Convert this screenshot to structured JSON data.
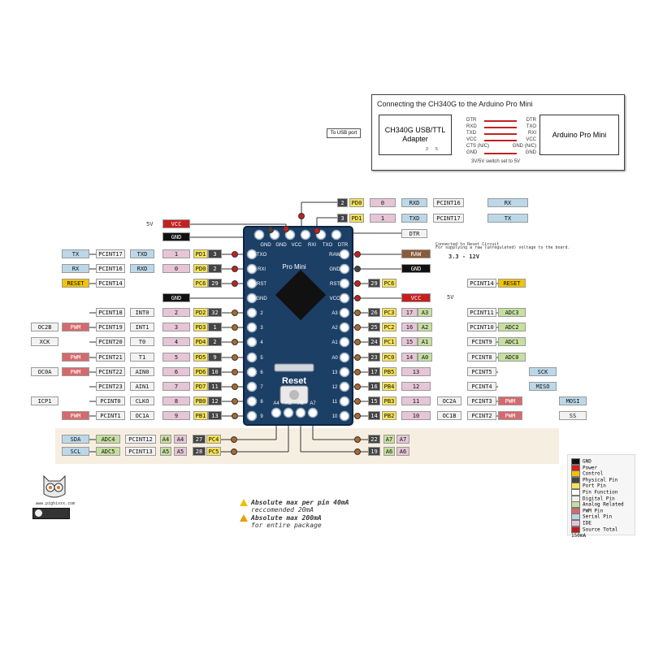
{
  "connection_box": {
    "title": "Connecting the CH340G to the Arduino Pro Mini",
    "adapter_label": "CH340G USB/TTL Adapter",
    "board_label": "Arduino Pro Mini",
    "adapter_pins": [
      "DTR",
      "RXD",
      "TXD",
      "VCC",
      "CTS (N/C)",
      "GND"
    ],
    "board_pins": [
      "DTR",
      "TXO",
      "RXI",
      "VCC",
      "GND (N/C)",
      "GND"
    ],
    "usb_label": "To USB port",
    "switch_label": "3V/5V switch set to 5V",
    "switch_marks": [
      "3",
      "5"
    ]
  },
  "board": {
    "name": "Pro Mini",
    "reset_label": "Reset",
    "top_header": [
      "GND",
      "GND",
      "VCC",
      "RXI",
      "TXO",
      "DTR"
    ],
    "left_header": [
      "TXO",
      "RXI",
      "RST",
      "GND",
      "2",
      "3",
      "4",
      "5",
      "6",
      "7",
      "8",
      "9"
    ],
    "right_header": [
      "RAW",
      "GND",
      "RST",
      "VCC",
      "A3",
      "A2",
      "A1",
      "A0",
      "13",
      "12",
      "11",
      "10"
    ],
    "bottom_header": [
      "A4",
      "A5",
      "A6",
      "A7"
    ]
  },
  "top_rows": [
    {
      "phys": "2",
      "port": "PD0",
      "num": "0",
      "serial": "RXD",
      "pcint": "PCINT16",
      "func": "RX"
    },
    {
      "phys": "3",
      "port": "PD1",
      "num": "1",
      "serial": "TXD",
      "pcint": "PCINT17",
      "func": "TX"
    }
  ],
  "top_power": {
    "vcc": "VCC",
    "gnd": "GND",
    "dtr": "DTR",
    "volt": "5V",
    "dtr_note": "Connected to Reset Circuit"
  },
  "left_rows": [
    {
      "func": "TX",
      "pcint": "PCINT17",
      "alt": "TXD",
      "num": "1",
      "port": "PD1",
      "phys": "3"
    },
    {
      "func": "RX",
      "pcint": "PCINT16",
      "alt": "RXD",
      "num": "0",
      "port": "PD0",
      "phys": "2"
    },
    {
      "func": "RESET",
      "pcint": "PCINT14",
      "alt": "",
      "num": "",
      "port": "PC6",
      "phys": "29"
    },
    {
      "func": "GND",
      "pcint": "",
      "alt": "",
      "num": "",
      "port": "",
      "phys": ""
    },
    {
      "func": "",
      "pcint": "PCINT18",
      "alt": "INT0",
      "num": "2",
      "port": "PD2",
      "phys": "32"
    },
    {
      "func": "",
      "pcint": "PCINT19",
      "alt": "INT1",
      "num": "3",
      "port": "PD3",
      "phys": "1",
      "pwm": "PWM",
      "extra": "OC2B"
    },
    {
      "func": "XCK",
      "pcint": "PCINT20",
      "alt": "T0",
      "num": "4",
      "port": "PD4",
      "phys": "2"
    },
    {
      "func": "",
      "pcint": "PCINT21",
      "alt": "T1",
      "num": "5",
      "port": "PD5",
      "phys": "9",
      "pwm": "PWM"
    },
    {
      "func": "",
      "pcint": "PCINT22",
      "alt": "AIN0",
      "num": "6",
      "port": "PD6",
      "phys": "10",
      "pwm": "PWM",
      "extra": "OC0A"
    },
    {
      "func": "",
      "pcint": "PCINT23",
      "alt": "AIN1",
      "num": "7",
      "port": "PD7",
      "phys": "11"
    },
    {
      "func": "ICP1",
      "pcint": "PCINT0",
      "alt": "CLKO",
      "num": "8",
      "port": "PB0",
      "phys": "12"
    },
    {
      "func": "",
      "pcint": "PCINT1",
      "alt": "OC1A",
      "num": "9",
      "port": "PB1",
      "phys": "13",
      "pwm": "PWM"
    }
  ],
  "right_rows": [
    {
      "type": "RAW",
      "text": "RAW",
      "note": "For supplying a raw (unregulated) voltage to the board.",
      "range": "3.3 - 12V"
    },
    {
      "type": "GND",
      "text": "GND"
    },
    {
      "phys": "29",
      "port": "PC6",
      "pcint": "PCINT14",
      "func": "RESET"
    },
    {
      "type": "VCC",
      "text": "VCC",
      "volt": "5V"
    },
    {
      "phys": "26",
      "port": "PC3",
      "num": "17",
      "an": "A3",
      "pcint": "PCINT11",
      "func": "ADC3"
    },
    {
      "phys": "25",
      "port": "PC2",
      "num": "16",
      "an": "A2",
      "pcint": "PCINT10",
      "func": "ADC2"
    },
    {
      "phys": "24",
      "port": "PC1",
      "num": "15",
      "an": "A1",
      "pcint": "PCINT9",
      "func": "ADC1"
    },
    {
      "phys": "23",
      "port": "PC0",
      "num": "14",
      "an": "A0",
      "pcint": "PCINT8",
      "func": "ADC0"
    },
    {
      "phys": "17",
      "port": "PB5",
      "num": "13",
      "pcint": "PCINT5",
      "func": "SCK"
    },
    {
      "phys": "16",
      "port": "PB4",
      "num": "12",
      "pcint": "PCINT4",
      "func": "MISO"
    },
    {
      "phys": "15",
      "port": "PB3",
      "num": "11",
      "alt": "OC2A",
      "pcint": "PCINT3",
      "pwm": "PWM",
      "func": "MOSI"
    },
    {
      "phys": "14",
      "port": "PB2",
      "num": "10",
      "alt": "OC1B",
      "pcint": "PCINT2",
      "pwm": "PWM",
      "func": "SS"
    }
  ],
  "bottom_left_rows": [
    {
      "func": "SDA",
      "adc": "ADC4",
      "pcint": "PCINT12",
      "an": "A4",
      "num": "A4",
      "phys": "27",
      "port": "PC4"
    },
    {
      "func": "SCL",
      "adc": "ADC5",
      "pcint": "PCINT13",
      "an": "A5",
      "num": "A5",
      "phys": "28",
      "port": "PC5"
    }
  ],
  "bottom_right_rows": [
    {
      "phys": "22",
      "an": "A7",
      "num": "A7"
    },
    {
      "phys": "19",
      "an": "A6",
      "num": "A6"
    }
  ],
  "notes": {
    "pin_max_bold": "Absolute max per pin 40mA",
    "pin_rec": "reccomended 20mA",
    "pkg_max_bold": "Absolute max 200mA",
    "pkg_for": "for entire package",
    "site": "www.pighixxx.com"
  },
  "legend": [
    {
      "label": "GND",
      "color": "#111111"
    },
    {
      "label": "Power",
      "color": "#d42020"
    },
    {
      "label": "Control",
      "color": "#f2c400"
    },
    {
      "label": "Physical Pin",
      "color": "#444444"
    },
    {
      "label": "Port Pin",
      "color": "#f5e25a"
    },
    {
      "label": "Pin Function",
      "color": "#ffffff"
    },
    {
      "label": "Digital Pin",
      "color": "#f0f0f0"
    },
    {
      "label": "Analog Related Pin",
      "color": "#c6dfa0"
    },
    {
      "label": "PWM Pin",
      "color": "#d46a6e"
    },
    {
      "label": "Serial Pin",
      "color": "#b8d6e6"
    },
    {
      "label": "IDE",
      "color": "#e6c5d6"
    },
    {
      "label": "Source Total 150mA",
      "color": "#c01a1a"
    }
  ],
  "colors": {
    "board": "#1c3f66",
    "power": "#c42020",
    "gnd": "#111111",
    "control": "#f2c400",
    "port": "#f5e25a",
    "phys": "#444444",
    "ide": "#e6c5d6",
    "serial": "#bcd8e8",
    "analog": "#c6dfa0",
    "pwm": "#d46a6e",
    "pcint": "#f2f2f2",
    "raw": "#8a5a3a",
    "panel": "#f7eee2"
  }
}
